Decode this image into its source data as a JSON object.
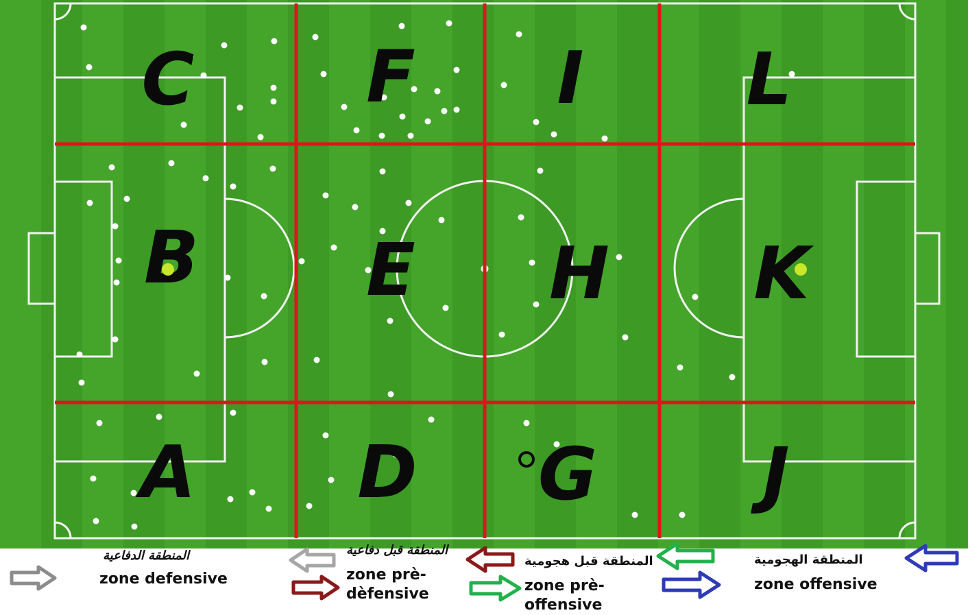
{
  "zones": [
    {
      "letter": "C"
    },
    {
      "letter": "F"
    },
    {
      "letter": "I"
    },
    {
      "letter": "L"
    },
    {
      "letter": "B"
    },
    {
      "letter": "E"
    },
    {
      "letter": "H"
    },
    {
      "letter": "K"
    },
    {
      "letter": "A"
    },
    {
      "letter": "D"
    },
    {
      "letter": "G"
    },
    {
      "letter": "J"
    }
  ],
  "legend": {
    "defensive": {
      "arabic": "المنطقة الدفاعية",
      "french": "zone defensive",
      "arrow_color": "#8c8c8c"
    },
    "pre_defensive": {
      "arabic": "المنطقة قبل دفاعية",
      "french_1": "zone prè-",
      "french_2": "dèfensive",
      "arrow_color": "#8b1a1a"
    },
    "pre_offensive": {
      "arabic": "المنطقة قبل هجومية",
      "french_1": "zone prè-",
      "french_2": "offensive",
      "arrow_color": "#22b14c"
    },
    "offensive": {
      "arabic": "المنطقة الهجومية",
      "french": "zone offensive",
      "arrow_color": "#2e3bb5"
    }
  },
  "colors": {
    "grass_light": "#46a82b",
    "grass_dark": "#3a9324",
    "zone_lines": "#e0141a",
    "pitch_lines": "#f2f2f2",
    "players": "#ffffff",
    "ball": "#c8e62a"
  }
}
